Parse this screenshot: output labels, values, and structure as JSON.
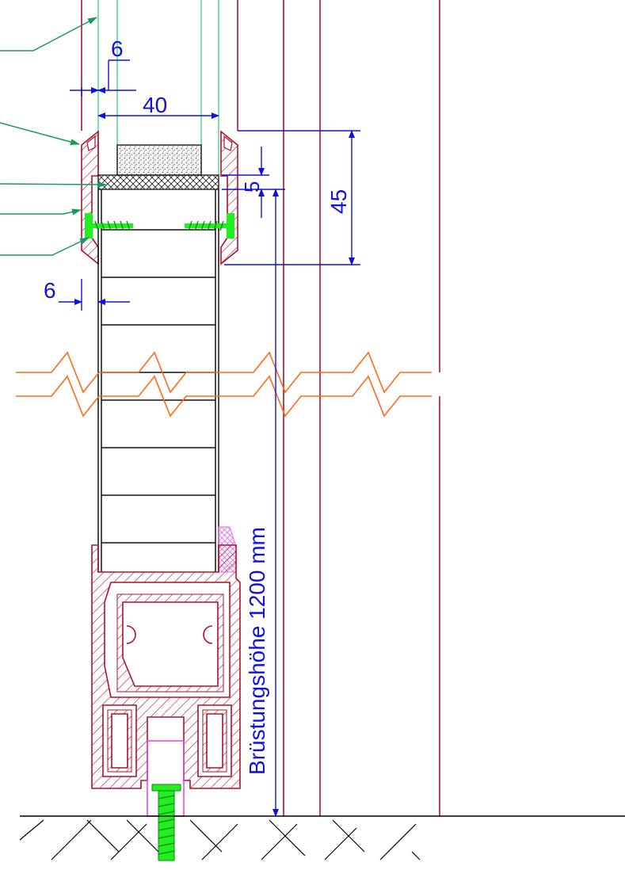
{
  "drawing": {
    "dimensions": {
      "top_gap": "6",
      "glass_width": "40",
      "gasket_height": "5",
      "frame_height": "45",
      "side_gap": "6",
      "parapet_height": "Brüstungshöhe 1200 mm"
    },
    "colors": {
      "dimension": "#1010e0",
      "profile": "#b0102a",
      "leader": "#1a9a5a",
      "glass": "#7fe0b0",
      "screw": "#22ee22",
      "break_line": "#ff6a1a",
      "infill": "#e070e0",
      "ground": "#000000"
    }
  }
}
